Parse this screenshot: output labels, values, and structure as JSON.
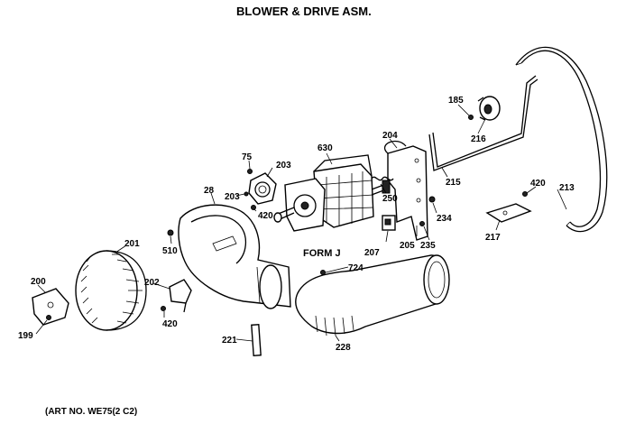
{
  "title": "BLOWER & DRIVE ASM.",
  "form_label": "FORM J",
  "art_number": "(ART NO. WE75(2 C2)",
  "callouts": {
    "c185": "185",
    "c216": "216",
    "c215": "215",
    "c213": "213",
    "c420_right": "420",
    "c217": "217",
    "c204": "204",
    "c250": "250",
    "c234": "234",
    "c205": "205",
    "c235": "235",
    "c207": "207",
    "c630": "630",
    "c75": "75",
    "c203_top": "203",
    "c203_left": "203",
    "c420_mid": "420",
    "c28": "28",
    "c510": "510",
    "c724": "724",
    "c201": "201",
    "c200": "200",
    "c202": "202",
    "c199": "199",
    "c420_bottom": "420",
    "c221": "221",
    "c228": "228"
  }
}
